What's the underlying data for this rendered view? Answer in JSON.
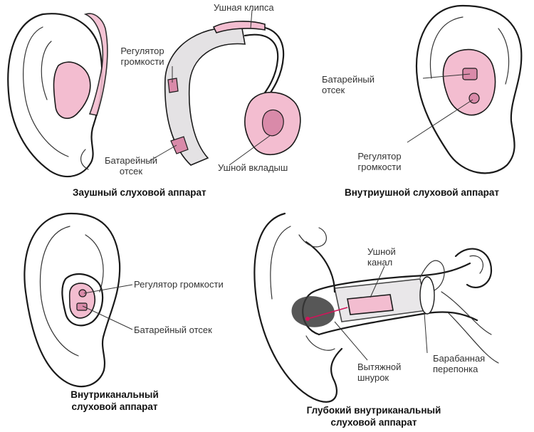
{
  "labels": {
    "ear_clip": "Ушная клипса",
    "bte_volume_l1": "Регулятор",
    "bte_volume_l2": "громкости",
    "bte_battery_l1": "Батарейный",
    "bte_battery_l2": "отсек",
    "earmold": "Ушной вкладыш",
    "ite_battery_l1": "Батарейный",
    "ite_battery_l2": "отсек",
    "ite_volume_l1": "Регулятор",
    "ite_volume_l2": "громкости",
    "itc_volume": "Регулятор громкости",
    "itc_battery": "Батарейный отсек",
    "canal_l1": "Ушной",
    "canal_l2": "канал",
    "eardrum_l1": "Барабанная",
    "eardrum_l2": "перепонка",
    "pull_cord_l1": "Вытяжной",
    "pull_cord_l2": "шнурок"
  },
  "captions": {
    "bte": "Заушный слуховой аппарат",
    "ite": "Внутриушной слуховой аппарат",
    "itc_l1": "Внутриканальный",
    "itc_l2": "слуховой аппарат",
    "cic_l1": "Глубокий внутриканальный",
    "cic_l2": "слуховой аппарат"
  },
  "colors": {
    "device_pink": "#f3bdd0",
    "device_pink_dark": "#d98aa9",
    "device_gray": "#e4e2e4",
    "line": "#1a1a1a"
  }
}
